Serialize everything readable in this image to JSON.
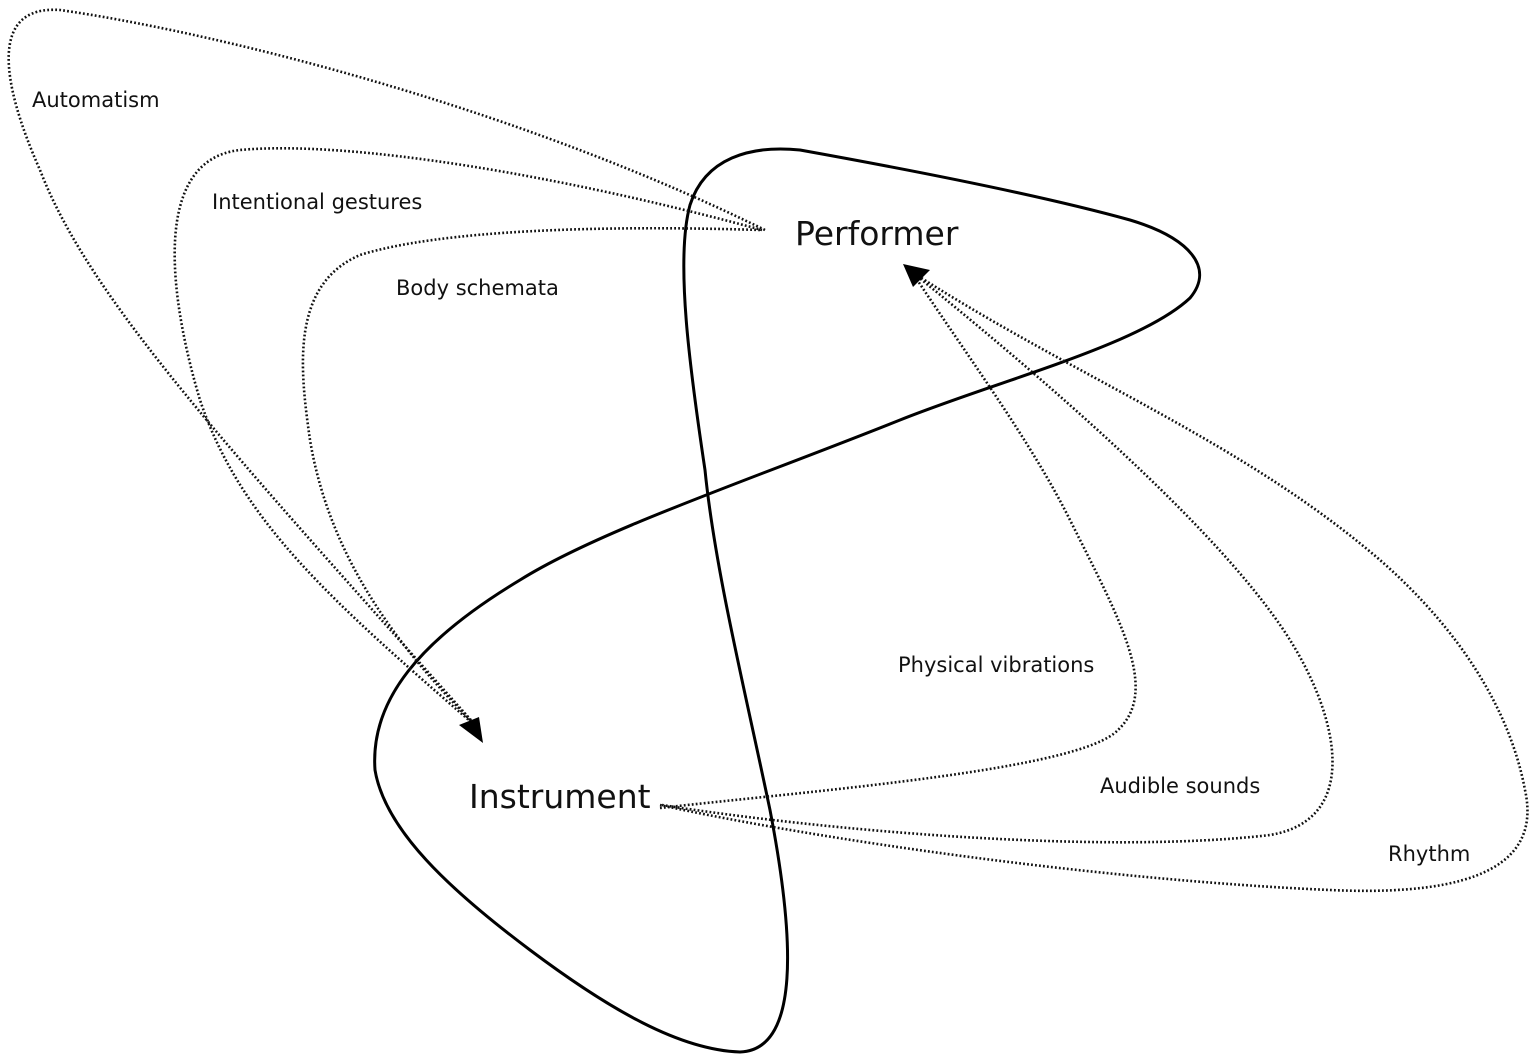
{
  "nodes": {
    "performer": "Performer",
    "instrument": "Instrument"
  },
  "relations": {
    "automatism": "Automatism",
    "intentional_gestures": "Intentional gestures",
    "body_schemata": "Body schemata",
    "physical_vibrations": "Physical vibrations",
    "audible_sounds": "Audible sounds",
    "rhythm": "Rhythm"
  }
}
